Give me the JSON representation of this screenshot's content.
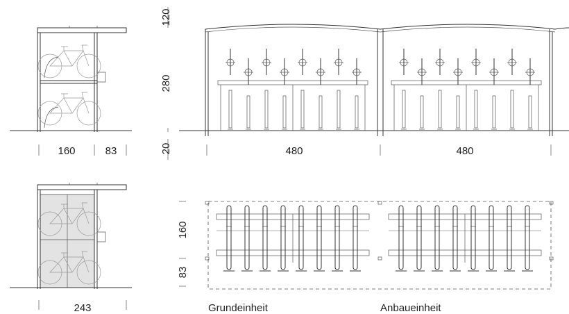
{
  "dimensions": {
    "side_width": "160",
    "side_overhang": "83",
    "roof_height": "120",
    "rack_height": "280",
    "ground_height": "20",
    "unit_length_left": "480",
    "unit_length_right": "480",
    "enclosed_width": "243",
    "plan_depth": "160",
    "plan_overhang": "83"
  },
  "captions": {
    "base_unit": "Grundeinheit",
    "extension_unit": "Anbaueinheit"
  }
}
